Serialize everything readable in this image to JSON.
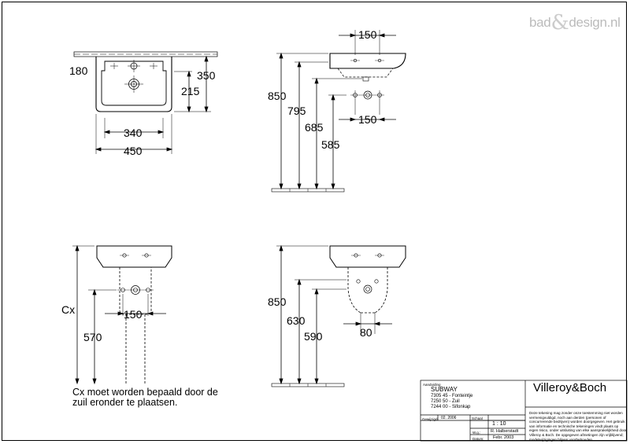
{
  "watermark": {
    "left": "bad",
    "amp": "&",
    "right": "design.nl"
  },
  "dimensions": {
    "top_left": {
      "d180": "180",
      "d350": "350",
      "d215": "215",
      "d340": "340",
      "d450": "450"
    },
    "top_right": {
      "d150_top": "150",
      "d850": "850",
      "d795": "795",
      "d685": "685",
      "d585": "585",
      "d150_mid": "150"
    },
    "bottom_left": {
      "cx": "Cx",
      "d570": "570",
      "d150": "150"
    },
    "bottom_right": {
      "d850": "850",
      "d630": "630",
      "d590": "590",
      "d80": "80"
    }
  },
  "note": {
    "line1": "Cx moet worden bepaald door de",
    "line2": "zuil eronder te plaatsen."
  },
  "title_block": {
    "aanduiding_label": "Aanduiding",
    "product": "SUBWAY",
    "items": [
      "7305 45 - Fonteintje",
      "7250 50 - Zuil",
      "7244 00 - Sifonkap"
    ],
    "gewijzigd_label": "Gewijzigd",
    "gewijzigd_value": "02. 2006",
    "schaal_label": "Schaal",
    "schaal_value": "1 : 10",
    "wg_label": "W.g.:",
    "wg_value": "R. Halberstadt",
    "datum_label": "Datum:",
    "datum_value": "Febr. 2003",
    "brand": "Villeroy&Boch",
    "disclaimer": "Deze tekening mag zonder onze toestemming niet worden vermenigvuldigd, noch aan derden (personen of concurrerende bedrijven) worden doorgegeven. Het gebruik van informatie en technische tekeningen vindt plaats op eigen risico, onder uitsluiting van elke aansprakelijkheid door Villeroy & Boch. De opgegeven afmetingen zijn vrijblijvend; modelwijzigingen blijven voorbehouden."
  }
}
